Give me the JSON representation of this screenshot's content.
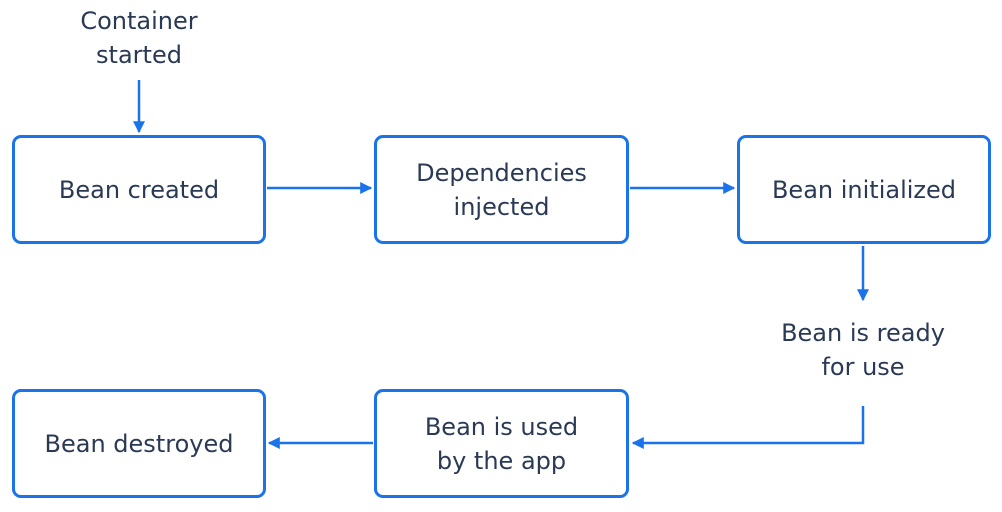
{
  "colors": {
    "accent": "#1a73e8",
    "text": "#2a3a55",
    "background": "#ffffff"
  },
  "nodes": {
    "container_started": "Container\nstarted",
    "bean_created": "Bean created",
    "dependencies_injected": "Dependencies\ninjected",
    "bean_initialized": "Bean initialized",
    "bean_ready": "Bean is ready\nfor use",
    "bean_used": "Bean is used\nby the app",
    "bean_destroyed": "Bean destroyed"
  }
}
